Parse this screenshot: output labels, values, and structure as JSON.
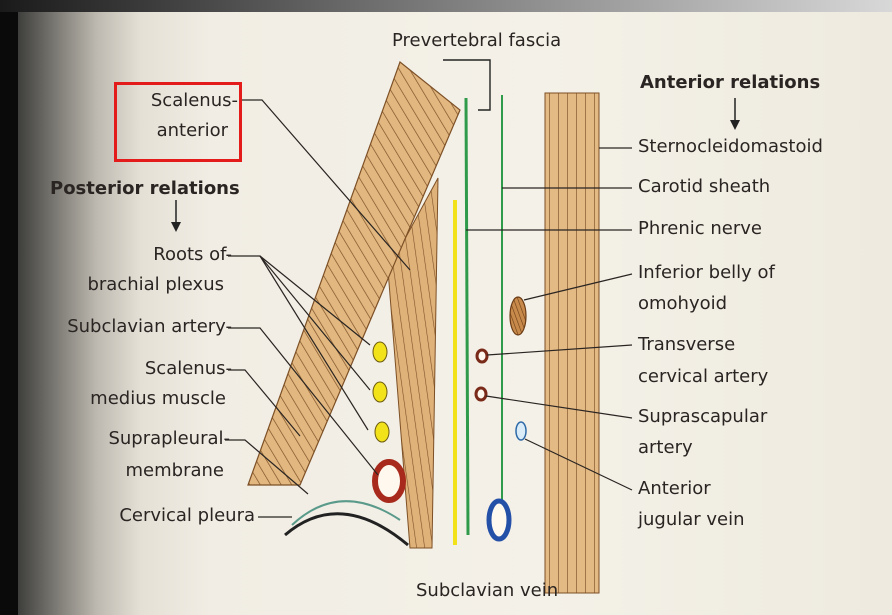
{
  "labels": {
    "title": "Prevertebral fascia",
    "anterior_heading": "Anterior relations",
    "posterior_heading": "Posterior relations",
    "scalenus_anterior_1": "Scalenus-",
    "scalenus_anterior_2": "anterior",
    "roots_1": "Roots of-",
    "roots_2": "brachial plexus",
    "subclavian_artery": "Subclavian artery-",
    "scalenus_medius_1": "Scalenus-",
    "scalenus_medius_2": "medius muscle",
    "suprapleural_1": "Suprapleural-",
    "suprapleural_2": "membrane",
    "cervical_pleura": "Cervical pleura",
    "sternocleidomastoid": "Sternocleidomastoid",
    "carotid_sheath": "Carotid sheath",
    "phrenic_nerve": "Phrenic nerve",
    "inferior_belly_1": "Inferior belly of",
    "inferior_belly_2": "omohyoid",
    "transverse_1": "Transverse",
    "transverse_2": "cervical artery",
    "suprascapular_1": "Suprascapular",
    "suprascapular_2": "artery",
    "anterior_jugular_1": "Anterior",
    "anterior_jugular_2": "jugular vein",
    "subclavian_vein": "Subclavian vein"
  },
  "colors": {
    "muscle": "#e2b880",
    "muscle_stripe": "#8a5a2c",
    "fascia_green": "#2e9a4a",
    "nerve_yellow": "#f2e21a",
    "artery_red": "#a82a1c",
    "vein_blue": "#2550a8",
    "highlight": "#e31b1b"
  }
}
